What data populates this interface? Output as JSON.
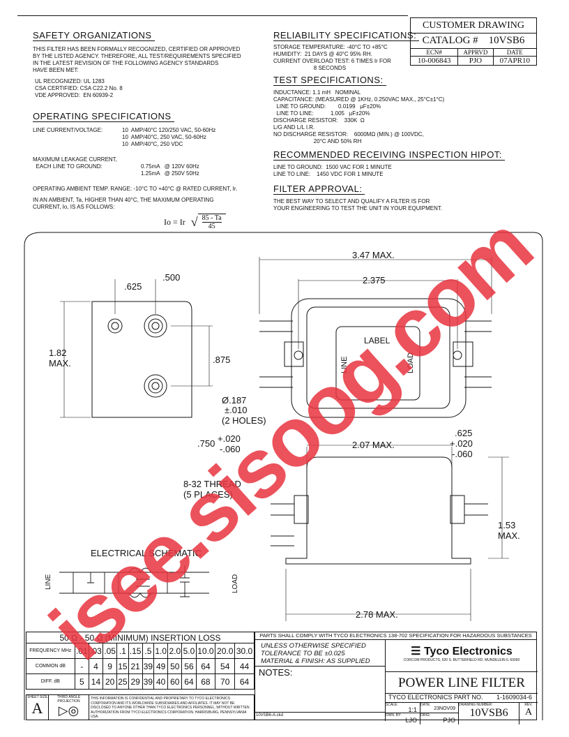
{
  "safety": {
    "title": "SAFETY ORGANIZATIONS",
    "body": "THIS FILTER HAS BEEN FORMALLY RECOGNIZED, CERTIFIED OR APPROVED\nBY THE LISTED AGENCY. THEREFORE, ALL TEST/REQUIREMENTS SPECIFIED\nIN THE LATEST REVISION OF THE FOLLOWING AGENCY STANDARDS\nHAVE BEEN MET:",
    "agencies": "UL RECOGNIZED: UL 1283\nCSA CERTIFIED: CSA C22.2 No. 8\nVDE APPROVED:  EN 60939-2"
  },
  "operating": {
    "title": "OPERATING SPECIFICATIONS",
    "line_label": "LINE CURRENT/VOLTAGE:",
    "line_values": "10  AMP/40°C 120/250 VAC, 50-60Hz\n10  AMP/40°C, 250 VAC, 50-60Hz\n10  AMP/40°C, 250 VDC",
    "leak_label": "MAXIMUM LEAKAGE CURRENT,\n  EACH LINE TO GROUND:",
    "leak_values": "0.75mA   @ 120V 60Hz\n1.25mA   @ 250V 50Hz",
    "temp": "OPERATING AMBIENT TEMP. RANGE: -10°C TO +40°C @ RATED CURRENT, Ir.",
    "ambient": "IN AN AMBIENT, Ta, HIGHER THAN 40°C, THE MAXIMUM OPERATING\nCURRENT, Io, IS AS FOLLOWS:",
    "formula_lhs": "Io = Ir",
    "formula_num": "85 - Ta",
    "formula_den": "45"
  },
  "reliability": {
    "title": "RELIABILITY SPECIFICATIONS:",
    "body": "STORAGE TEMPERATURE: -40°C TO +85°C\nHUMIDITY:  21 DAYS @ 40°C 95% RH.\nCURRENT OVERLOAD TEST: 6 TIMES Ir FOR\n                          8 SECONDS"
  },
  "test": {
    "title": "TEST SPECIFICATIONS:",
    "body": "INDUCTANCE: 1.1 mH   NOMINAL\nCAPACITANCE: (MEASURED @ 1KHz, 0.250VAC MAX., 25°C±1°C)\n  LINE TO GROUND:        0.0199   µF±20%\n  LINE TO LINE:           1.005   µF±20%\nDISCHARGE RESISTOR:    330K  Ω\nL/G AND L/L I.R.\nNO DISCHARGE RESISTOR:    6000MΩ (MIN.) @ 100VDC,\n                          20°C AND 50% RH"
  },
  "hipot": {
    "title": "RECOMMENDED RECEIVING INSPECTION HIPOT:",
    "body": "LINE TO GROUND:  1500 VAC FOR 1 MINUTE\nLINE TO LINE:    1450 VDC FOR 1 MINUTE"
  },
  "approval": {
    "title": "FILTER APPROVAL:",
    "body": "THE BEST WAY TO SELECT AND QUALIFY A FILTER IS FOR\nYOUR ENGINEERING TO TEST THE UNIT IN YOUR EQUIPMENT."
  },
  "customer": {
    "title": "CUSTOMER DRAWING",
    "catalog_label": "CATALOG #",
    "catalog": "10VSB6",
    "ecn_label": "ECN#",
    "apprvd_label": "APPRVD",
    "date_label": "DATE",
    "ecn": "10-006843",
    "apprvd": "PJO",
    "date": "07APR10"
  },
  "dims": {
    "d500": ".500",
    "d625": ".625",
    "d182": "1.82",
    "max": "MAX.",
    "d875": ".875",
    "hole1": "Ø.187",
    "hole2": "±.010",
    "hole3": "(2 HOLES)",
    "d347": "3.47 MAX.",
    "d2375": "2.375",
    "label": "LABEL",
    "line": "LINE",
    "load": "LOAD",
    "d750": ".750",
    "tol1": "+.020",
    "tol2": "-.060",
    "d207": "2.07 MAX.",
    "d625b": ".625",
    "thread1": "8-32 THREAD",
    "thread2": "(5 PLACES)",
    "d153": "1.53",
    "d278": "2.78 MAX.",
    "schematic": "ELECTRICAL SCHEMATIC"
  },
  "loss": {
    "title": "50 Ω - 50 Ω (MINIMUM) INSERTION LOSS",
    "freq_label": "FREQUENCY MHz",
    "common_label": "COMMON dB",
    "diff_label": "DIFF. dB",
    "freq": [
      ".01",
      ".03",
      ".05",
      ".1",
      ".15",
      ".5",
      "1.0",
      "2.0",
      "5.0",
      "10.0",
      "20.0",
      "30.0"
    ],
    "common": [
      "-",
      "4",
      "9",
      "15",
      "21",
      "39",
      "49",
      "50",
      "56",
      "64",
      "54",
      "44"
    ],
    "diff": [
      "5",
      "14",
      "20",
      "25",
      "29",
      "39",
      "40",
      "60",
      "64",
      "68",
      "70",
      "64"
    ]
  },
  "footer": {
    "sheet_label": "SHEET SIZE",
    "sheet": "A",
    "projection": "THIRD ANGLE PROJECTION",
    "confidential": "THIS INFORMATION IS CONFIDENTIAL AND PROPRIETARY TO TYCO ELECTRONICS CORPORATION AND ITS WORLDWIDE SUBSIDIARIES AND AFFILIATES. IT MAY NOT BE DISCLOSED TO ANYONE OTHER THAN TYCO ELECTRONICS PERSONNEL, WITHOUT WRITTEN AUTHORIZATION FROM TYCO ELECTRONICS CORPORATION. HARRISBURG, PENNSYLVANIA USA.",
    "comply": "PARTS SHALL COMPLY WITH TYCO ELECTRONICS 138-702 SPECIFICATION FOR HAZARDOUS SUBSTANCES",
    "tolerance": "UNLESS OTHERWISE SPECIFIED\nTOLERANCE TO BE ±0.025\nMATERIAL & FINISH: AS SUPPLIED",
    "notes": "NOTES:",
    "file": "10VSB6-A.ckd",
    "company": "Tyco Electronics",
    "address": "CORCOM PRODUCTS, 620 S. BUTTERFIELD RD. MUNDELEIN IL 60060",
    "product": "POWER LINE FILTER",
    "part_label": "TYCO ELECTRONICS PART NO.",
    "part": "1-1609034-6",
    "scale_label": "SCALE:",
    "scale": "1:1",
    "date_label": "DATE:",
    "date": "23NOV09",
    "dwg_label": "DRAWING NUMBER:",
    "dwg": "10VSB6",
    "rev_label": "REV.",
    "rev": "A",
    "dwnby_label": "DWN. BY:",
    "dwnby": "LJO",
    "orig_label": "ORIG:",
    "orig": "PJO"
  },
  "watermark": "isee.sisoog.com"
}
